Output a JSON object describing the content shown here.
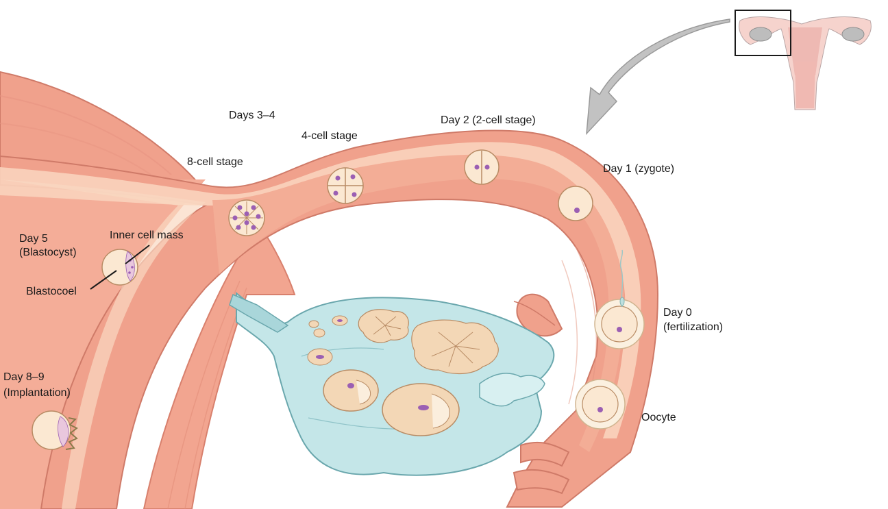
{
  "labels": {
    "days_3_4": "Days 3–4",
    "day_2": "Day 2 (2-cell stage)",
    "four_cell": "4-cell stage",
    "eight_cell": "8-cell stage",
    "day_1": "Day 1 (zygote)",
    "day_5_line1": "Day 5",
    "day_5_line2": "(Blastocyst)",
    "inner_cell_mass": "Inner cell mass",
    "blastocoel": "Blastocoel",
    "day_0_line1": "Day 0",
    "day_0_line2": "(fertilization)",
    "day_8_9_line1": "Day 8–9",
    "day_8_9_line2": "(Implantation)",
    "oocyte": "Oocyte"
  },
  "colors": {
    "tissue": "#f2a792",
    "tissue_dark": "#d8806d",
    "tube_lining": "#f9d3bd",
    "lumen": "#f4b29c",
    "cell_fill": "#fbe8d2",
    "cell_stroke": "#b88b64",
    "nucleus": "#9b5fb3",
    "ovary": "#bfe3e6",
    "ovary_stroke": "#6aa7ad",
    "follicle": "#f3d7b6",
    "arrow": "#bdbdbd"
  },
  "icons": [
    "uterus-inset-icon",
    "curved-arrow-icon"
  ]
}
